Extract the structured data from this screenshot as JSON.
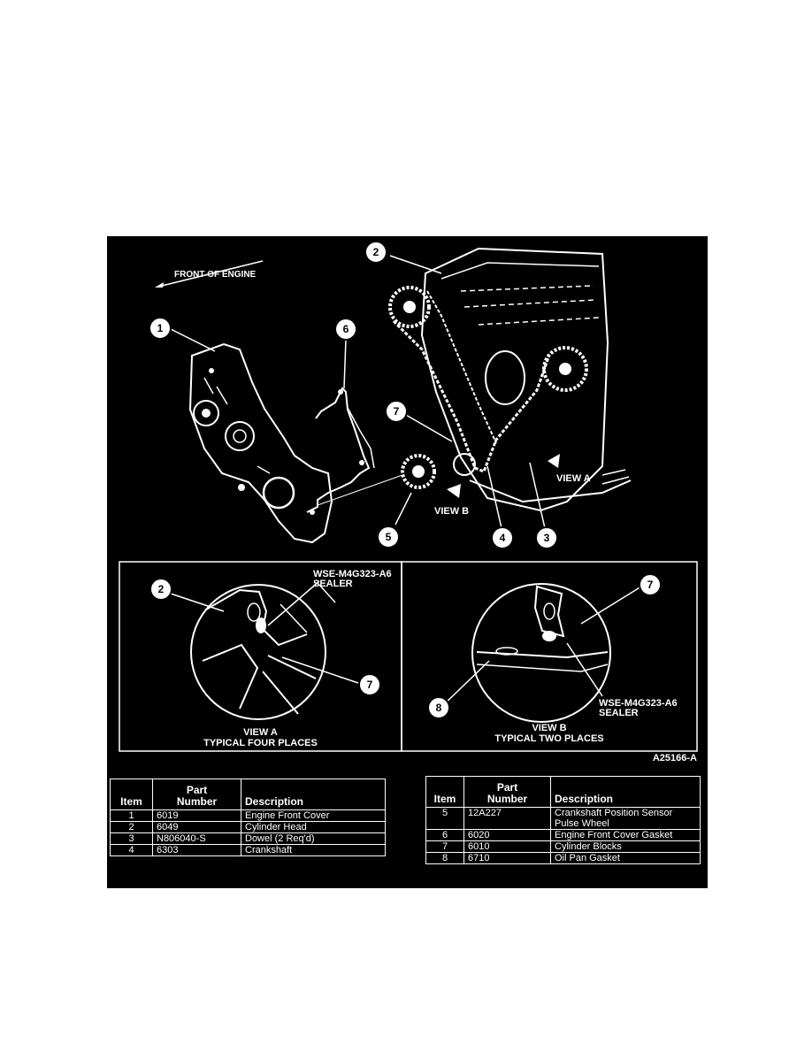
{
  "diagram": {
    "front_label": "FRONT OF ENGINE",
    "callouts": [
      "1",
      "2",
      "3",
      "4",
      "5",
      "6",
      "7"
    ],
    "view_a_arrow": "VIEW A",
    "view_b_arrow": "VIEW B",
    "figure_id": "A25166-A"
  },
  "view_a": {
    "sealer_line1": "WSE-M4G323-A6",
    "sealer_line2": "SEALER",
    "callouts": [
      "2",
      "7"
    ],
    "caption_line1": "VIEW A",
    "caption_line2": "TYPICAL FOUR PLACES"
  },
  "view_b": {
    "sealer_line1": "WSE-M4G323-A6",
    "sealer_line2": "SEALER",
    "callouts": [
      "7",
      "8"
    ],
    "caption_line1": "VIEW B",
    "caption_line2": "TYPICAL TWO PLACES"
  },
  "parts_table_left": {
    "headers": {
      "item": "Item",
      "part_line1": "Part",
      "part_line2": "Number",
      "description": "Description"
    },
    "rows": [
      {
        "item": "1",
        "part": "6019",
        "desc": "Engine Front Cover"
      },
      {
        "item": "2",
        "part": "6049",
        "desc": "Cylinder Head"
      },
      {
        "item": "3",
        "part": "N806040-S",
        "desc": "Dowel (2 Req'd)"
      },
      {
        "item": "4",
        "part": "6303",
        "desc": "Crankshaft"
      }
    ]
  },
  "parts_table_right": {
    "headers": {
      "item": "Item",
      "part_line1": "Part",
      "part_line2": "Number",
      "description": "Description"
    },
    "rows": [
      {
        "item": "5",
        "part": "12A227",
        "desc_line1": "Crankshaft Position Sensor",
        "desc_line2": "Pulse Wheel"
      },
      {
        "item": "6",
        "part": "6020",
        "desc_line1": "Engine Front Cover Gasket",
        "desc_line2": ""
      },
      {
        "item": "7",
        "part": "6010",
        "desc_line1": "Cylinder Blocks",
        "desc_line2": ""
      },
      {
        "item": "8",
        "part": "6710",
        "desc_line1": "Oil Pan Gasket",
        "desc_line2": ""
      }
    ]
  }
}
